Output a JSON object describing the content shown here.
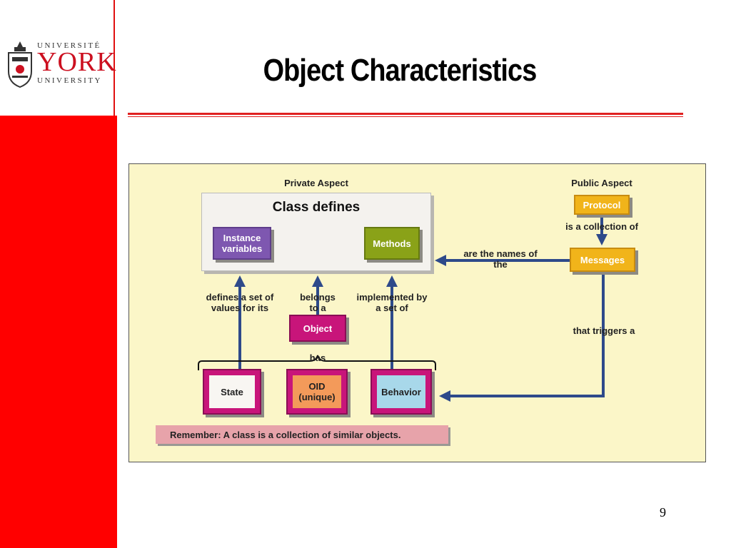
{
  "slide": {
    "title": "Object Characteristics",
    "page_number": "9"
  },
  "logo": {
    "top_text": "UNIVERSITÉ",
    "main_text": "YORK",
    "bottom_text": "UNIVERSITY",
    "accent_color": "#cc1020"
  },
  "diagram": {
    "private_aspect": "Private Aspect",
    "public_aspect": "Public Aspect",
    "class_defines": "Class defines",
    "instance_variables": "Instance variables",
    "methods": "Methods",
    "protocol": "Protocol",
    "collection_of": "is a collection of",
    "names_of": "are the names of the",
    "messages": "Messages",
    "triggers": "that triggers a",
    "defines_values": "defines a set of values for its",
    "belongs_to": "belongs to a",
    "implemented_by": "implemented by a set of",
    "object": "Object",
    "has": "has",
    "state": "State",
    "oid": "OID (unique)",
    "behavior": "Behavior",
    "remember": "Remember: A class is a collection of similar objects."
  },
  "colors": {
    "sidebar_red": "#ff0000",
    "diagram_background": "#fbf6c8",
    "arrow_blue": "#2e4a8a",
    "object_magenta": "#c8157a",
    "instance_purple": "#7e57b0",
    "methods_green": "#8aa218",
    "message_orange": "#f1b41a"
  }
}
